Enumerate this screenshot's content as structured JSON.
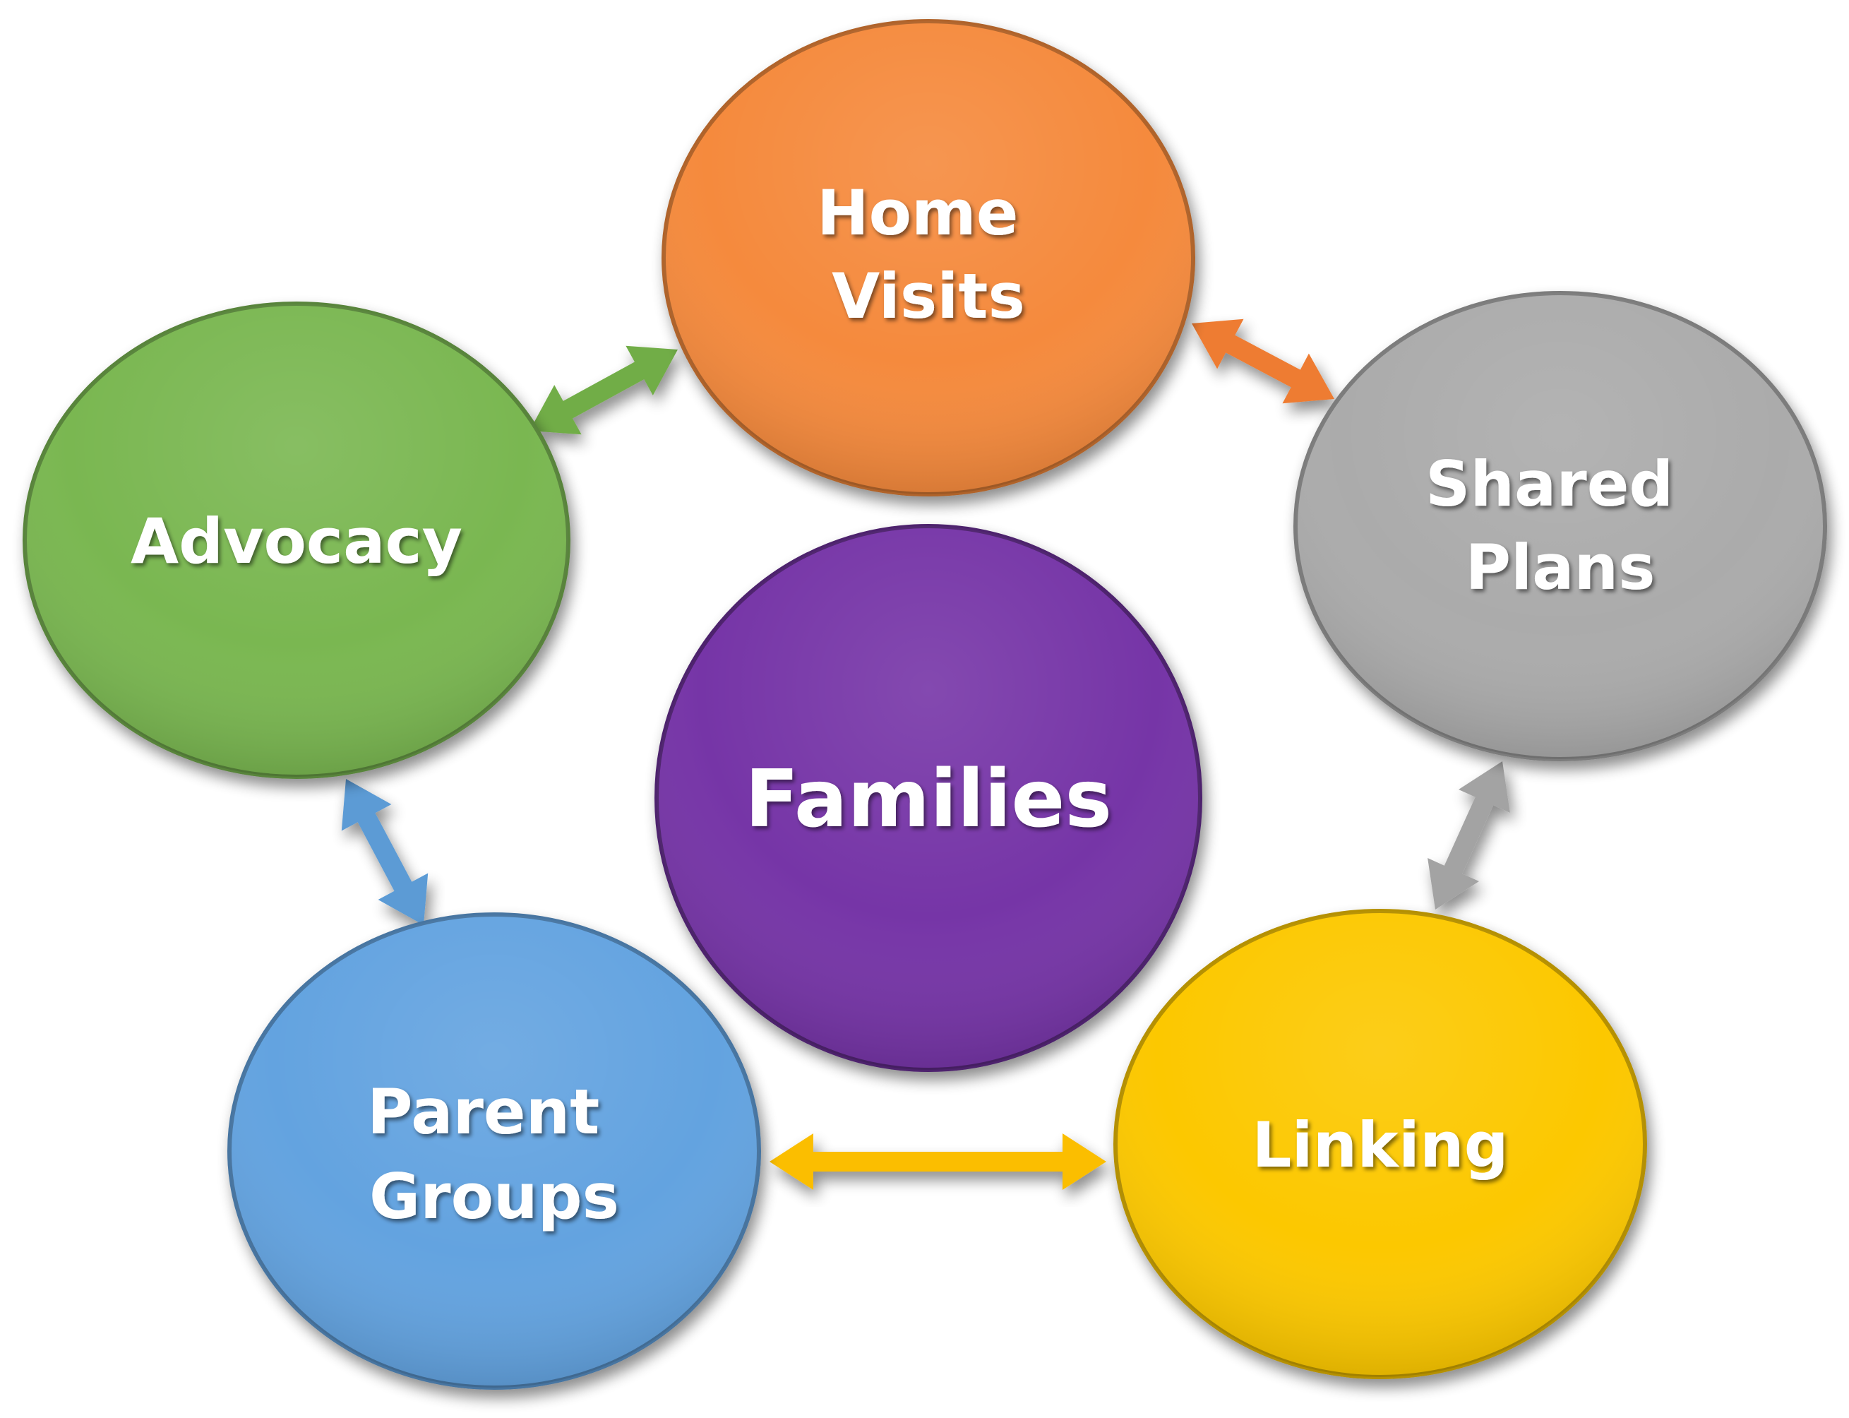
{
  "center": {
    "label": "Families",
    "color": "#7634A7"
  },
  "nodes": [
    {
      "id": "home-visits",
      "lines": [
        "Home",
        "Visits"
      ],
      "color": "#F58A3C"
    },
    {
      "id": "shared-plans",
      "lines": [
        "Shared",
        "Plans"
      ],
      "color": "#ABABAB"
    },
    {
      "id": "linking",
      "lines": [
        "Linking"
      ],
      "color": "#FCC801"
    },
    {
      "id": "parent-groups",
      "lines": [
        "Parent",
        "Groups"
      ],
      "color": "#63A3E0"
    },
    {
      "id": "advocacy",
      "lines": [
        "Advocacy"
      ],
      "color": "#7AB751"
    }
  ],
  "connectors": [
    {
      "from": "advocacy",
      "to": "home-visits",
      "color": "#71AD47"
    },
    {
      "from": "home-visits",
      "to": "shared-plans",
      "color": "#EE7B31"
    },
    {
      "from": "shared-plans",
      "to": "linking",
      "color": "#A3A3A3"
    },
    {
      "from": "parent-groups",
      "to": "linking",
      "color": "#FBBE00"
    },
    {
      "from": "advocacy",
      "to": "parent-groups",
      "color": "#5B9BD5"
    }
  ]
}
